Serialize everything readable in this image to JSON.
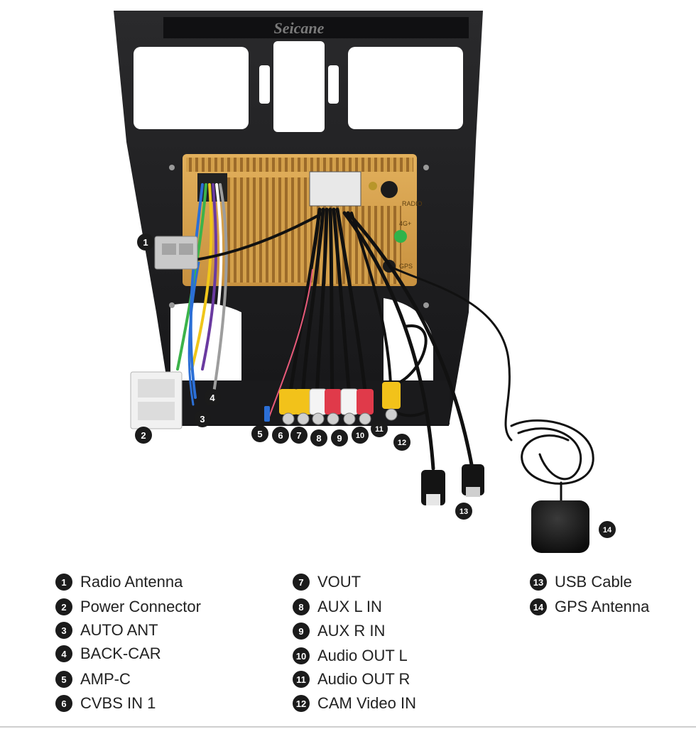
{
  "brand": {
    "logo_text": "Seicane"
  },
  "unit_labels": {
    "radio": "RADIO",
    "fourg": "4G+",
    "gps": "GPS"
  },
  "callouts": [
    "1",
    "2",
    "3",
    "4",
    "5",
    "6",
    "7",
    "8",
    "9",
    "10",
    "11",
    "12",
    "13",
    "14"
  ],
  "legend": [
    {
      "num": "1",
      "label": "Radio Antenna"
    },
    {
      "num": "2",
      "label": "Power Connector"
    },
    {
      "num": "3",
      "label": "AUTO ANT"
    },
    {
      "num": "4",
      "label": "BACK-CAR"
    },
    {
      "num": "5",
      "label": "AMP-C"
    },
    {
      "num": "6",
      "label": "CVBS IN 1"
    },
    {
      "num": "7",
      "label": "VOUT"
    },
    {
      "num": "8",
      "label": "AUX L IN"
    },
    {
      "num": "9",
      "label": "AUX R IN"
    },
    {
      "num": "10",
      "label": "Audio OUT L"
    },
    {
      "num": "11",
      "label": "Audio OUT R"
    },
    {
      "num": "12",
      "label": "CAM Video IN"
    },
    {
      "num": "13",
      "label": "USB Cable"
    },
    {
      "num": "14",
      "label": "GPS Antenna"
    }
  ],
  "colors": {
    "frame": "#1d1d1f",
    "board": "#d6a04a",
    "rca_yellow": "#f2c21a",
    "rca_white": "#f4f4f4",
    "rca_red": "#e03a4a",
    "cable": "#111111",
    "badge": "#1b1b1b"
  }
}
